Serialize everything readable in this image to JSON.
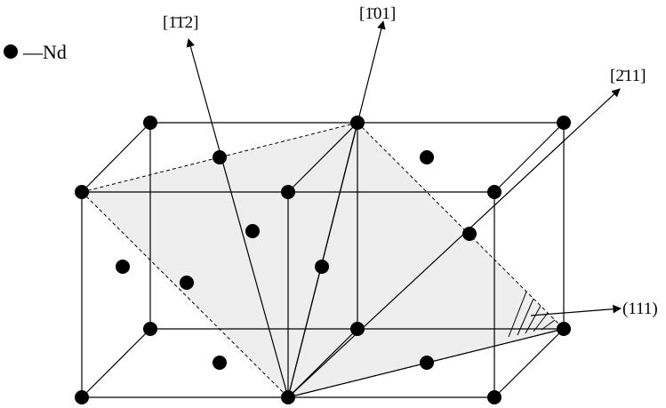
{
  "legend": {
    "symbol": "filled-circle",
    "label": "—Nd"
  },
  "directions": {
    "d1": "[1̄1̄2]",
    "d2": "[1̄01]",
    "d3": "[2̄11]",
    "plane": "(111)"
  },
  "colors": {
    "atom": "#000000",
    "plane_fill": "#eeeeee",
    "line": "#000000"
  }
}
